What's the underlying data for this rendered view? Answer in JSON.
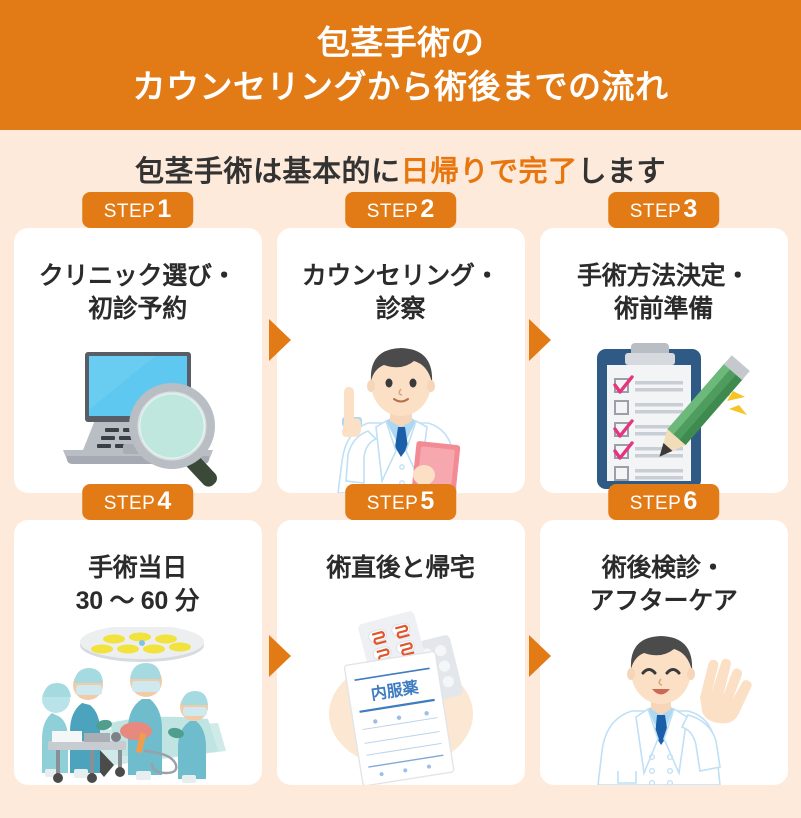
{
  "header": {
    "title_line1": "包茎手術の",
    "title_line2": "カウンセリングから術後までの流れ",
    "background_color": "#e27b16",
    "text_color": "#ffffff"
  },
  "subtitle": {
    "prefix": "包茎手術は基本的に",
    "highlight": "日帰りで完了",
    "suffix": "します",
    "highlight_color": "#e8760e"
  },
  "page": {
    "background_color": "#fdeada",
    "card_background": "#ffffff",
    "accent_color": "#e27b16"
  },
  "steps": [
    {
      "badge_label": "STEP",
      "badge_number": "1",
      "title_line1": "クリニック選び・",
      "title_line2": "初診予約",
      "icon": "laptop-magnifier-icon"
    },
    {
      "badge_label": "STEP",
      "badge_number": "2",
      "title_line1": "カウンセリング・",
      "title_line2": "診察",
      "icon": "doctor-pointing-icon"
    },
    {
      "badge_label": "STEP",
      "badge_number": "3",
      "title_line1": "手術方法決定・",
      "title_line2": "術前準備",
      "icon": "clipboard-checklist-pencil-icon"
    },
    {
      "badge_label": "STEP",
      "badge_number": "4",
      "title_line1": "手術当日",
      "title_line2": "30 〜 60 分",
      "icon": "operating-room-icon"
    },
    {
      "badge_label": "STEP",
      "badge_number": "5",
      "title_line1": "術直後と帰宅",
      "title_line2": "",
      "icon": "medicine-envelope-icon"
    },
    {
      "badge_label": "STEP",
      "badge_number": "6",
      "title_line1": "術後検診・",
      "title_line2": "アフターケア",
      "icon": "doctor-waving-icon"
    }
  ],
  "arrows": [
    {
      "name": "arrow-step1-to-step2"
    },
    {
      "name": "arrow-step2-to-step3"
    },
    {
      "name": "arrow-step4-to-step5"
    },
    {
      "name": "arrow-step5-to-step6"
    }
  ],
  "medicine_envelope": {
    "label": "内服薬"
  }
}
